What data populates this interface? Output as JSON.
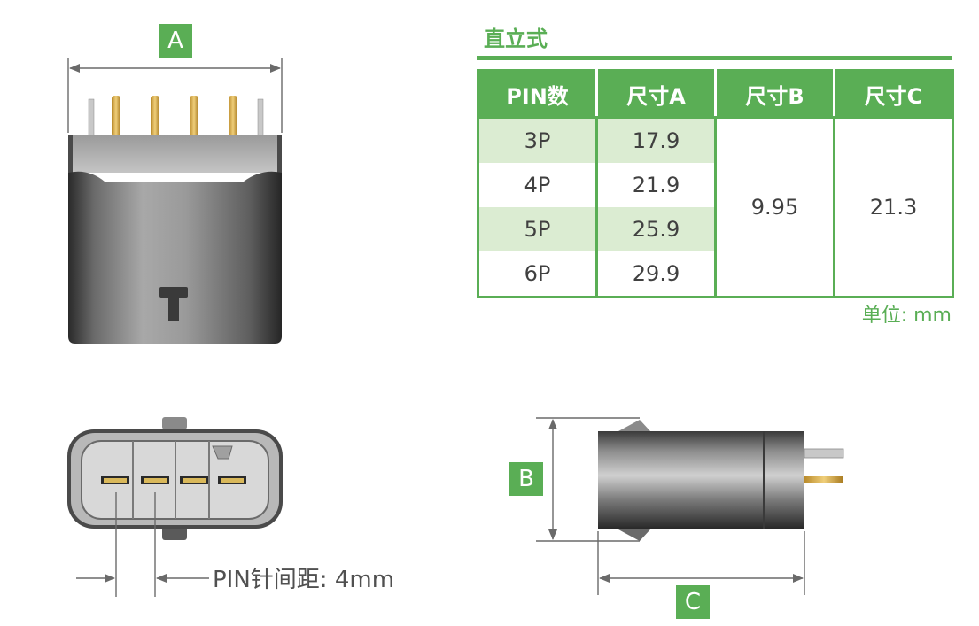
{
  "title": "直立式",
  "table": {
    "headers": [
      "PIN数",
      "尺寸A",
      "尺寸B",
      "尺寸C"
    ],
    "rows": [
      {
        "pin": "3P",
        "a": "17.9"
      },
      {
        "pin": "4P",
        "a": "21.9"
      },
      {
        "pin": "5P",
        "a": "25.9"
      },
      {
        "pin": "6P",
        "a": "29.9"
      }
    ],
    "size_b": "9.95",
    "size_c": "21.3"
  },
  "unit_label": "单位: mm",
  "pin_pitch_label": "PIN针间距: 4mm",
  "dimension_labels": {
    "a": "A",
    "b": "B",
    "c": "C"
  },
  "colors": {
    "accent": "#5aae55",
    "shade": "#dbecd2",
    "body_dark": "#2e2e2e",
    "pin_gold": "#d4a94a"
  }
}
